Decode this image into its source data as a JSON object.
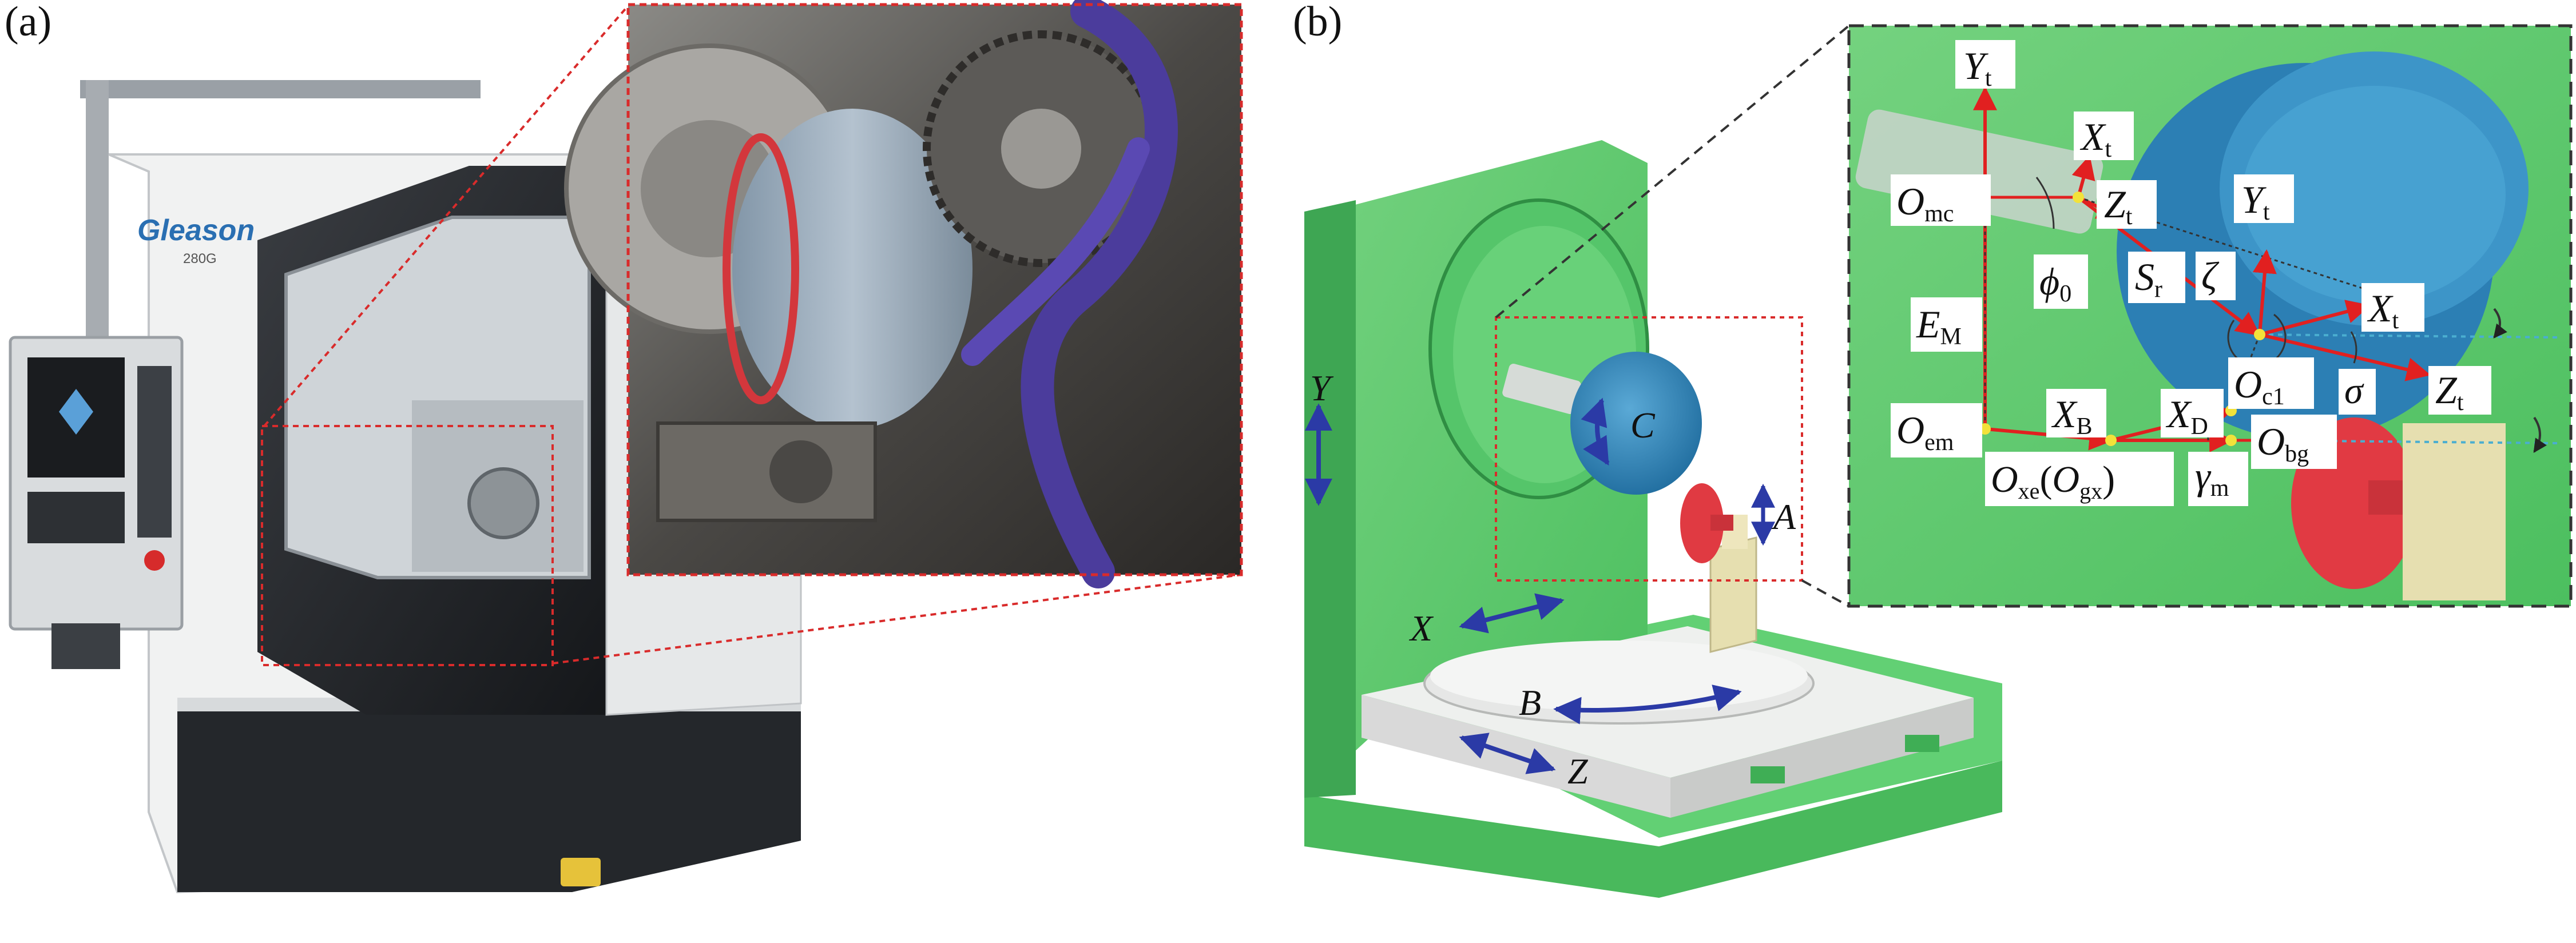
{
  "panels": {
    "a": {
      "tag": "(a)",
      "brand": "Gleason",
      "model": "280G"
    },
    "b": {
      "tag": "(b)"
    }
  },
  "axes": {
    "Y": "Y",
    "X": "X",
    "Z": "Z",
    "B": "B",
    "C": "C",
    "A": "A"
  },
  "inset": {
    "Yt_left": {
      "main": "Y",
      "sub": "t"
    },
    "Xt_top": {
      "main": "X",
      "sub": "t"
    },
    "Omc": {
      "main": "O",
      "sub": "mc"
    },
    "Zt_top": {
      "main": "Z",
      "sub": "t"
    },
    "phi0": {
      "main": "ϕ",
      "sub": "0"
    },
    "Sr": {
      "main": "S",
      "sub": "r"
    },
    "Yt_mid": {
      "main": "Y",
      "sub": "t"
    },
    "zeta": {
      "main": "ζ",
      "sub": ""
    },
    "EM": {
      "main": "E",
      "sub": "M"
    },
    "Xt_right": {
      "main": "X",
      "sub": "t"
    },
    "Oc1": {
      "main": "O",
      "sub": "c1"
    },
    "sigma": {
      "main": "σ",
      "sub": ""
    },
    "Zt_right": {
      "main": "Z",
      "sub": "t"
    },
    "XB": {
      "main": "X",
      "sub": "B"
    },
    "XD": {
      "main": "X",
      "sub": "D"
    },
    "Oem": {
      "main": "O",
      "sub": "em"
    },
    "Oxe": {
      "main": "O",
      "sub": "xe",
      "paren": "(",
      "inner": "O",
      "inner_sub": "gx",
      "close": ")"
    },
    "gamma": {
      "main": "γ",
      "sub": "m"
    },
    "Obg": {
      "main": "O",
      "sub": "bg"
    }
  },
  "colors": {
    "machine_green": "#5fcf6e",
    "wheel_blue": "#2f8ac2",
    "gear_red": "#e03a42",
    "highlight_red": "#d92b2b",
    "axis_blue": "#2b3aa6",
    "base_white": "#eef0ee",
    "post_cream": "#e8e0b4"
  }
}
